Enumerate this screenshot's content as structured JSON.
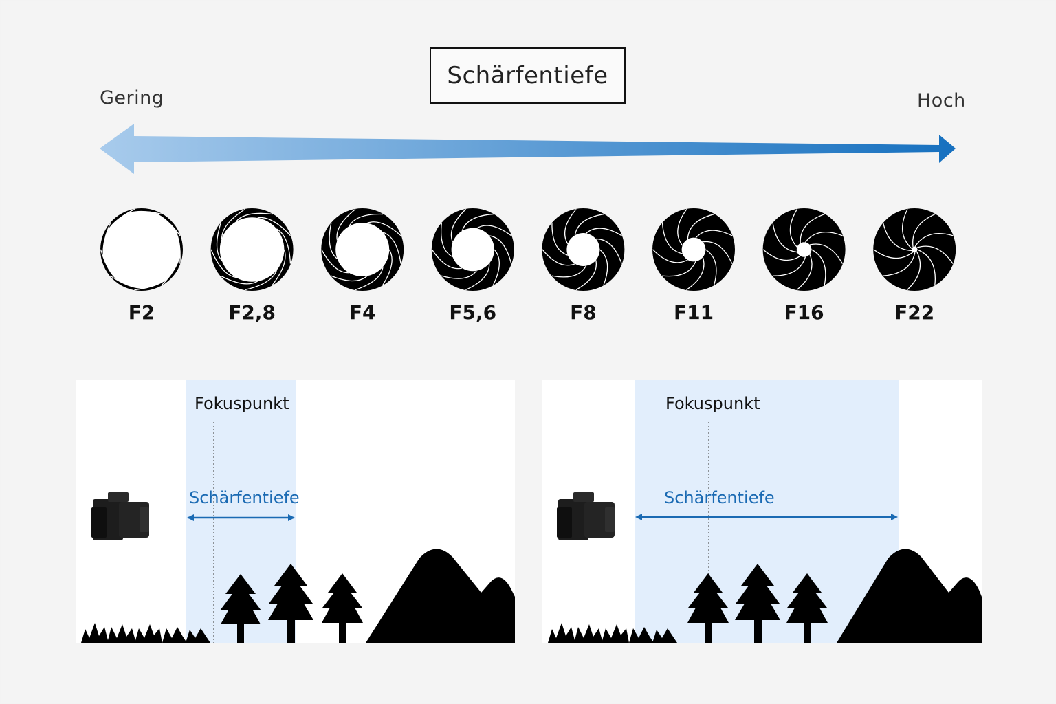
{
  "title": "Schärfentiefe",
  "scale": {
    "low_label": "Gering",
    "high_label": "Hoch",
    "arrow_colors": {
      "light": "#a8cbec",
      "dark": "#1670bf"
    }
  },
  "apertures": [
    {
      "label": "F2",
      "opening": 0.93
    },
    {
      "label": "F2,8",
      "opening": 0.78
    },
    {
      "label": "F4",
      "opening": 0.65
    },
    {
      "label": "F5,6",
      "opening": 0.52
    },
    {
      "label": "F8",
      "opening": 0.4
    },
    {
      "label": "F11",
      "opening": 0.29
    },
    {
      "label": "F16",
      "opening": 0.18
    },
    {
      "label": "F22",
      "opening": 0.07
    }
  ],
  "scenes": [
    {
      "focus_label": "Fokuspunkt",
      "dof_label": "Schärfentiefe",
      "zone_color": "#e2eefc",
      "arrow_color": "#1a6ab3"
    },
    {
      "focus_label": "Fokuspunkt",
      "dof_label": "Schärfentiefe",
      "zone_color": "#e2eefc",
      "arrow_color": "#1a6ab3"
    }
  ]
}
